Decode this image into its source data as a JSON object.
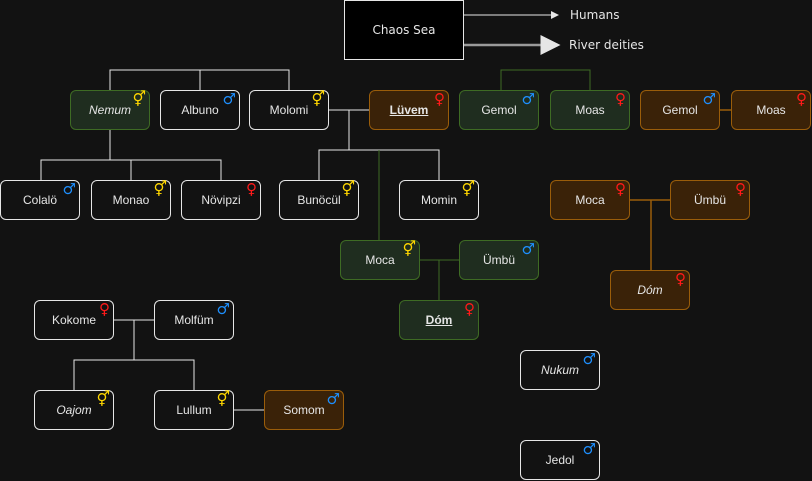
{
  "origin": {
    "label": "Chaos Sea"
  },
  "legend": [
    {
      "label": "Humans",
      "color": "#ffffff"
    },
    {
      "label": "River deities",
      "color": "#9a9a9a"
    }
  ],
  "symbols": {
    "male": "♂",
    "female": "♀",
    "both": "⚥"
  },
  "colors": {
    "green_fill": "#1f2d1f",
    "green_border": "#3e6b24",
    "orange_fill": "#3a2208",
    "orange_border": "#9a5d0a",
    "male": "#1e90ff",
    "female": "#ff1a1a",
    "both": "#ffd700"
  },
  "nodes": [
    {
      "label": "Nemum",
      "gender": "both"
    },
    {
      "label": "Albuno",
      "gender": "male"
    },
    {
      "label": "Molomi",
      "gender": "both"
    },
    {
      "label": "Lüvem",
      "gender": "female"
    },
    {
      "label": "Gemol",
      "gender": "male"
    },
    {
      "label": "Moas",
      "gender": "female"
    },
    {
      "label": "Gemol",
      "gender": "male"
    },
    {
      "label": "Moas",
      "gender": "female"
    },
    {
      "label": "Colalö",
      "gender": "male"
    },
    {
      "label": "Monao",
      "gender": "both"
    },
    {
      "label": "Növipzi",
      "gender": "female"
    },
    {
      "label": "Bunöcül",
      "gender": "both"
    },
    {
      "label": "Momin",
      "gender": "both"
    },
    {
      "label": "Moca",
      "gender": "female"
    },
    {
      "label": "Ümbü",
      "gender": "female"
    },
    {
      "label": "Moca",
      "gender": "both"
    },
    {
      "label": "Ümbü",
      "gender": "male"
    },
    {
      "label": "Dóm",
      "gender": "female"
    },
    {
      "label": "Dóm",
      "gender": "female"
    },
    {
      "label": "Kokome",
      "gender": "female"
    },
    {
      "label": "Molfüm",
      "gender": "male"
    },
    {
      "label": "Oajom",
      "gender": "both"
    },
    {
      "label": "Lullum",
      "gender": "both"
    },
    {
      "label": "Somom",
      "gender": "male"
    },
    {
      "label": "Nukum",
      "gender": "male"
    },
    {
      "label": "Jedol",
      "gender": "male"
    }
  ]
}
